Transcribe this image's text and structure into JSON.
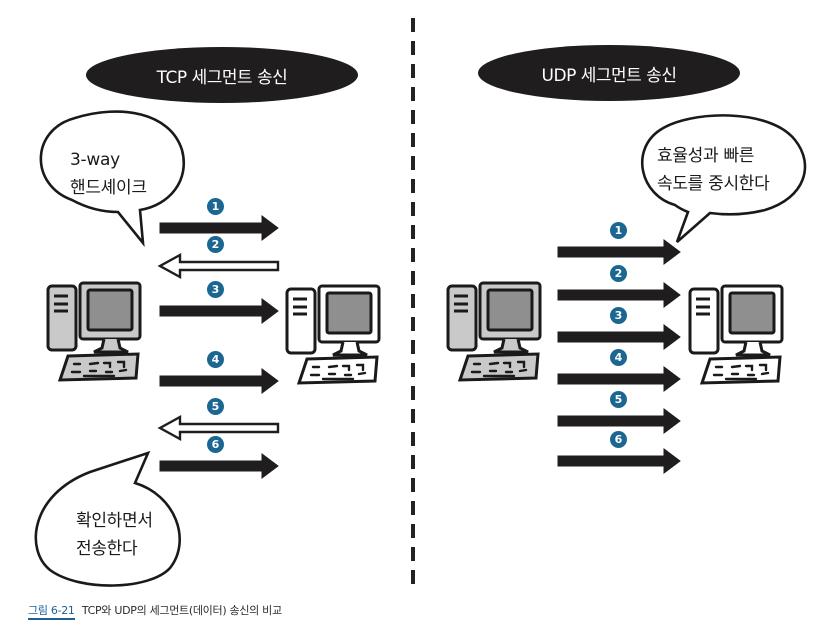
{
  "tcp": {
    "title": "TCP 세그먼트 송신",
    "bubble_top": [
      "3-way",
      "핸드셰이크"
    ],
    "bubble_bottom": [
      "확인하면서",
      "전송한다"
    ],
    "steps": [
      {
        "label": "1",
        "direction": "right"
      },
      {
        "label": "2",
        "direction": "left"
      },
      {
        "label": "3",
        "direction": "right"
      },
      {
        "label": "4",
        "direction": "right"
      },
      {
        "label": "5",
        "direction": "left"
      },
      {
        "label": "6",
        "direction": "right"
      }
    ]
  },
  "udp": {
    "title": "UDP 세그먼트 송신",
    "bubble_top": [
      "효율성과 빠른",
      "속도를 중시한다"
    ],
    "steps": [
      {
        "label": "1",
        "direction": "right"
      },
      {
        "label": "2",
        "direction": "right"
      },
      {
        "label": "3",
        "direction": "right"
      },
      {
        "label": "4",
        "direction": "right"
      },
      {
        "label": "5",
        "direction": "right"
      },
      {
        "label": "6",
        "direction": "right"
      }
    ]
  },
  "caption": {
    "figure_label": "그림 6-21",
    "text": "TCP와 UDP의 세그먼트(데이터) 송신의 비교"
  },
  "colors": {
    "badge": "#1c6792",
    "pill": "#1f1d1e",
    "caption_accent": "#1c5f99"
  }
}
